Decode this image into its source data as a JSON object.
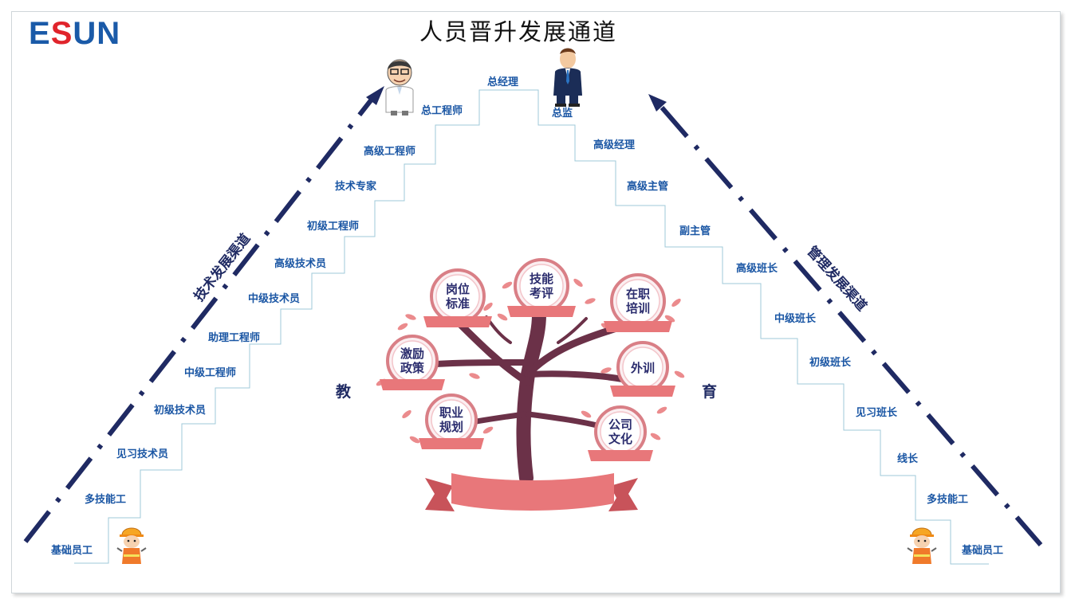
{
  "logo": {
    "prefix": "E",
    "accent": "S",
    "suffix": "UN"
  },
  "title": "人员晋升发展通道",
  "technical_channel": {
    "label": "技术发展渠道",
    "steps": [
      "基础员工",
      "多技能工",
      "见习技术员",
      "初级技术员",
      "中级工程师",
      "助理工程师",
      "中级技术员",
      "高级技术员",
      "初级工程师",
      "技术专家",
      "高级工程师",
      "总工程师"
    ]
  },
  "top_step": "总经理",
  "director": "总监",
  "management_channel": {
    "label": "管理发展渠道",
    "steps": [
      "高级经理",
      "高级主管",
      "副主管",
      "高级班长",
      "中级班长",
      "初级班长",
      "见习班长",
      "线长",
      "多技能工",
      "基础员工"
    ]
  },
  "education": {
    "left_char": "教",
    "right_char": "育"
  },
  "tree_bubbles": [
    {
      "line1": "岗位",
      "line2": "标准"
    },
    {
      "line1": "技能",
      "line2": "考评"
    },
    {
      "line1": "在职",
      "line2": "培训"
    },
    {
      "line1": "激励",
      "line2": "政策"
    },
    {
      "line1": "外训",
      "line2": ""
    },
    {
      "line1": "职业",
      "line2": "规划"
    },
    {
      "line1": "公司",
      "line2": "文化"
    }
  ],
  "colors": {
    "arrow": "#1f2a63",
    "step_text": "#1a56a4",
    "stair_line": "#9fc9d8",
    "trunk": "#6b3148",
    "ribbon": "#e8777a",
    "bubble_ring": "#d97f86"
  },
  "icons": [
    "engineer-icon",
    "director-icon",
    "worker-icon"
  ]
}
